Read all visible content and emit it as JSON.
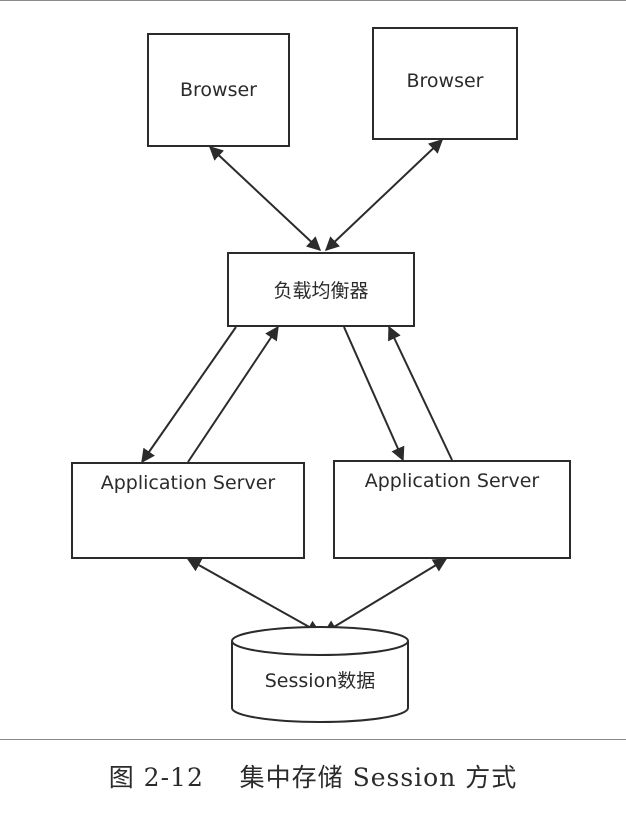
{
  "diagram": {
    "browser_left": "Browser",
    "browser_right": "Browser",
    "load_balancer": "负载均衡器",
    "app_server_left": "Application Server",
    "app_server_right": "Application Server",
    "session_store": "Session数据"
  },
  "caption": "图 2-12    集中存储 Session 方式"
}
